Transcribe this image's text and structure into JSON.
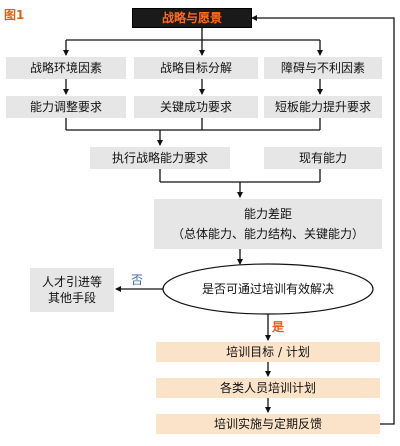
{
  "figure_label": "图1",
  "nodes": {
    "top": "战略与愿景",
    "env": "战略环境因素",
    "goal": "战略目标分解",
    "obstacle": "障碍与不利因素",
    "adjust": "能力调整要求",
    "keysuccess": "关键成功要求",
    "shortboard": "短板能力提升要求",
    "execute": "执行战略能力要求",
    "existing": "现有能力",
    "gap_line1": "能力差距",
    "gap_line2": "（总体能力、能力结构、关键能力）",
    "decision": "是否可通过培训有效解决",
    "talent_line1": "人才引进等",
    "talent_line2": "其他手段",
    "train_goal": "培训目标 / 计划",
    "staff_plan": "各类人员培训计划",
    "implement": "培训实施与定期反馈"
  },
  "branches": {
    "no": "否",
    "yes": "是"
  }
}
